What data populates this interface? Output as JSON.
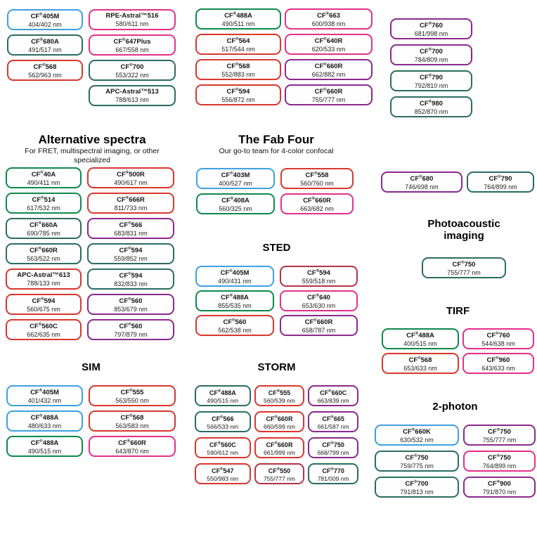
{
  "colors": {
    "blue": "#3FA2E2",
    "green": "#0F8A4C",
    "teal": "#2B6E60",
    "red": "#D9382F",
    "pink": "#E5308C",
    "purple": "#8B2A8E",
    "crimson": "#B53547"
  },
  "groups": [
    {
      "id": "top-left",
      "columns": [
        {
          "pills": [
            {
              "name": "CF®405M",
              "value": "404/402 nm",
              "color": "blue"
            },
            {
              "name": "CF®680A",
              "value": "491/517 nm",
              "color": "teal"
            },
            {
              "name": "CF®568",
              "value": "562/963 nm",
              "color": "red"
            }
          ]
        },
        {
          "pills": [
            {
              "name": "RPE-Astral™516",
              "value": "580/611 nm",
              "color": "pink"
            },
            {
              "name": "CF®647Plus",
              "value": "667/558 nm",
              "color": "pink"
            },
            {
              "name": "CF®700",
              "value": "553/322 nm",
              "color": "teal"
            },
            {
              "name": "APC-Astral™513",
              "value": "788/613 nm",
              "color": "teal"
            }
          ]
        }
      ]
    },
    {
      "id": "top-middle",
      "columns": [
        {
          "pills": [
            {
              "name": "CF®488A",
              "value": "490/511 nm",
              "color": "green"
            },
            {
              "name": "CF®564",
              "value": "517/544 nm",
              "color": "red"
            },
            {
              "name": "CF®568",
              "value": "552/883 nm",
              "color": "red"
            },
            {
              "name": "CF®594",
              "value": "556/872 nm",
              "color": "red"
            }
          ]
        },
        {
          "pills": [
            {
              "name": "CF®663",
              "value": "600/938 nm",
              "color": "pink"
            },
            {
              "name": "CF®640R",
              "value": "620/533 nm",
              "color": "pink"
            },
            {
              "name": "CF®660R",
              "value": "662/882 nm",
              "color": "purple"
            },
            {
              "name": "CF®660R",
              "value": "755/777 nm",
              "color": "purple"
            }
          ]
        }
      ]
    },
    {
      "id": "top-right",
      "columns": [
        {
          "pills": [
            {
              "name": "CF®760",
              "value": "681/998 nm",
              "color": "purple"
            },
            {
              "name": "CF®700",
              "value": "784/809 nm",
              "color": "purple"
            },
            {
              "name": "CF®790",
              "value": "792/810 nm",
              "color": "teal"
            },
            {
              "name": "CF®980",
              "value": "852/870 nm",
              "color": "teal"
            }
          ]
        }
      ]
    },
    {
      "id": "alternative-spectra",
      "heading": {
        "title": "Alternative spectra",
        "subtitle": "For FRET, multispectral imaging, or other specialized"
      },
      "columns": [
        {
          "pills": [
            {
              "name": "CF®40A",
              "value": "490/411 nm",
              "color": "green"
            },
            {
              "name": "CF®514",
              "value": "617/532 nm",
              "color": "green"
            },
            {
              "name": "CF®660A",
              "value": "690/785 nm",
              "color": "teal"
            },
            {
              "name": "CF®660R",
              "value": "563/522 nm",
              "color": "teal"
            },
            {
              "name": "APC-Astral™613",
              "value": "788/133 nm",
              "color": "red"
            },
            {
              "name": "CF®594",
              "value": "560/675 nm",
              "color": "red"
            },
            {
              "name": "CF®560C",
              "value": "662/635 nm",
              "color": "red"
            }
          ]
        },
        {
          "pills": [
            {
              "name": "CF®500R",
              "value": "490/617 nm",
              "color": "red"
            },
            {
              "name": "CF®666R",
              "value": "811/733 nm",
              "color": "red"
            },
            {
              "name": "CF®566",
              "value": "683/831 nm",
              "color": "purple"
            },
            {
              "name": "CF®594",
              "value": "559/852 nm",
              "color": "teal"
            },
            {
              "name": "CF®594",
              "value": "832/833 nm",
              "color": "teal"
            },
            {
              "name": "CF®560",
              "value": "853/679 nm",
              "color": "purple"
            },
            {
              "name": "CF®560",
              "value": "797/879 nm",
              "color": "purple"
            }
          ]
        }
      ]
    },
    {
      "id": "fab-four",
      "heading": {
        "title": "The Fab Four",
        "subtitle": "Our go-to team for 4-color confocal"
      },
      "columns": [
        {
          "pills": [
            {
              "name": "CF®403M",
              "value": "400/527 nm",
              "color": "blue"
            },
            {
              "name": "CF®408A",
              "value": "560/325 nm",
              "color": "green"
            }
          ]
        },
        {
          "pills": [
            {
              "name": "CF®558",
              "value": "560/760 nm",
              "color": "red"
            },
            {
              "name": "CF®660R",
              "value": "663/682 nm",
              "color": "pink"
            }
          ]
        }
      ]
    },
    {
      "id": "sted",
      "heading": {
        "title": "STED"
      },
      "columns": [
        {
          "pills": [
            {
              "name": "CF®405M",
              "value": "490/431 nm",
              "color": "blue"
            },
            {
              "name": "CF®488A",
              "value": "855/535 nm",
              "color": "green"
            },
            {
              "name": "CF®560",
              "value": "562/538 nm",
              "color": "red"
            }
          ]
        },
        {
          "pills": [
            {
              "name": "CF®594",
              "value": "559/518 nm",
              "color": "crimson"
            },
            {
              "name": "CF®640",
              "value": "653/630 nm",
              "color": "pink"
            },
            {
              "name": "CF®660R",
              "value": "658/787 nm",
              "color": "purple"
            }
          ]
        }
      ]
    },
    {
      "id": "nir-pair",
      "columns": [
        {
          "pills": [
            {
              "name": "CF®680",
              "value": "746/698 nm",
              "color": "purple"
            }
          ]
        },
        {
          "pills": [
            {
              "name": "CF®790",
              "value": "764/899 nm",
              "color": "teal"
            }
          ]
        }
      ]
    },
    {
      "id": "photoacoustic",
      "heading": {
        "title": "Photoacoustic imaging"
      },
      "columns": [
        {
          "pills": [
            {
              "name": "CF®750",
              "value": "755/777 nm",
              "color": "teal"
            }
          ]
        }
      ]
    },
    {
      "id": "tirf",
      "heading": {
        "title": "TIRF"
      },
      "columns": [
        {
          "pills": [
            {
              "name": "CF®488A",
              "value": "400/515 nm",
              "color": "green"
            },
            {
              "name": "CF®568",
              "value": "653/633 nm",
              "color": "red"
            }
          ]
        },
        {
          "pills": [
            {
              "name": "CF®760",
              "value": "544/638 nm",
              "color": "pink"
            },
            {
              "name": "CF®960",
              "value": "643/633 nm",
              "color": "pink"
            }
          ]
        }
      ]
    },
    {
      "id": "sim",
      "heading": {
        "title": "SIM"
      },
      "columns": [
        {
          "pills": [
            {
              "name": "CF®405M",
              "value": "401/432 nm",
              "color": "blue"
            },
            {
              "name": "CF®488A",
              "value": "480/633 nm",
              "color": "blue"
            },
            {
              "name": "CF®488A",
              "value": "490/515 nm",
              "color": "green"
            }
          ]
        },
        {
          "pills": [
            {
              "name": "CF®555",
              "value": "563/550 nm",
              "color": "red"
            },
            {
              "name": "CF®568",
              "value": "563/583 nm",
              "color": "red"
            },
            {
              "name": "CF®660R",
              "value": "643/870 nm",
              "color": "pink"
            }
          ]
        }
      ]
    },
    {
      "id": "storm",
      "heading": {
        "title": "STORM"
      },
      "columns": [
        {
          "pills": [
            {
              "name": "CF®488A",
              "value": "490/515 nm",
              "color": "teal"
            },
            {
              "name": "CF®566",
              "value": "566/533 nm",
              "color": "teal"
            },
            {
              "name": "CF®560C",
              "value": "590/612 nm",
              "color": "red"
            },
            {
              "name": "CF®547",
              "value": "550/983 nm",
              "color": "red"
            }
          ]
        },
        {
          "pills": [
            {
              "name": "CF®555",
              "value": "560/539 nm",
              "color": "red"
            },
            {
              "name": "CF®660R",
              "value": "660/599 nm",
              "color": "red"
            },
            {
              "name": "CF®660R",
              "value": "661/999 nm",
              "color": "red"
            },
            {
              "name": "CF®550",
              "value": "755/777 nm",
              "color": "crimson"
            }
          ]
        },
        {
          "pills": [
            {
              "name": "CF®660C",
              "value": "663/839 nm",
              "color": "purple"
            },
            {
              "name": "CF®665",
              "value": "661/587 nm",
              "color": "purple"
            },
            {
              "name": "CF®750",
              "value": "668/799 nm",
              "color": "purple"
            },
            {
              "name": "CF®770",
              "value": "781/009 nm",
              "color": "teal"
            }
          ]
        }
      ]
    },
    {
      "id": "two-photon",
      "heading": {
        "title": "2-photon"
      },
      "columns": [
        {
          "pills": [
            {
              "name": "CF®660K",
              "value": "630/532 nm",
              "color": "blue"
            },
            {
              "name": "CF®750",
              "value": "759/775 nm",
              "color": "teal"
            },
            {
              "name": "CF®700",
              "value": "791/813 nm",
              "color": "teal"
            }
          ]
        },
        {
          "pills": [
            {
              "name": "CF®750",
              "value": "755/777 nm",
              "color": "purple"
            },
            {
              "name": "CF®750",
              "value": "764/899 nm",
              "color": "pink"
            },
            {
              "name": "CF®900",
              "value": "791/870 nm",
              "color": "purple"
            }
          ]
        }
      ]
    }
  ]
}
